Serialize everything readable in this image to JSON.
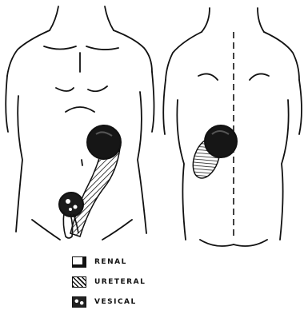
{
  "legend": {
    "items": [
      {
        "label": "RENAL",
        "icon": "renal-pattern-swatch"
      },
      {
        "label": "URETERAL",
        "icon": "ureteral-hatch-swatch"
      },
      {
        "label": "VESICAL",
        "icon": "vesical-dotted-swatch"
      }
    ]
  },
  "colors": {
    "ink": "#111111",
    "background": "#ffffff"
  }
}
